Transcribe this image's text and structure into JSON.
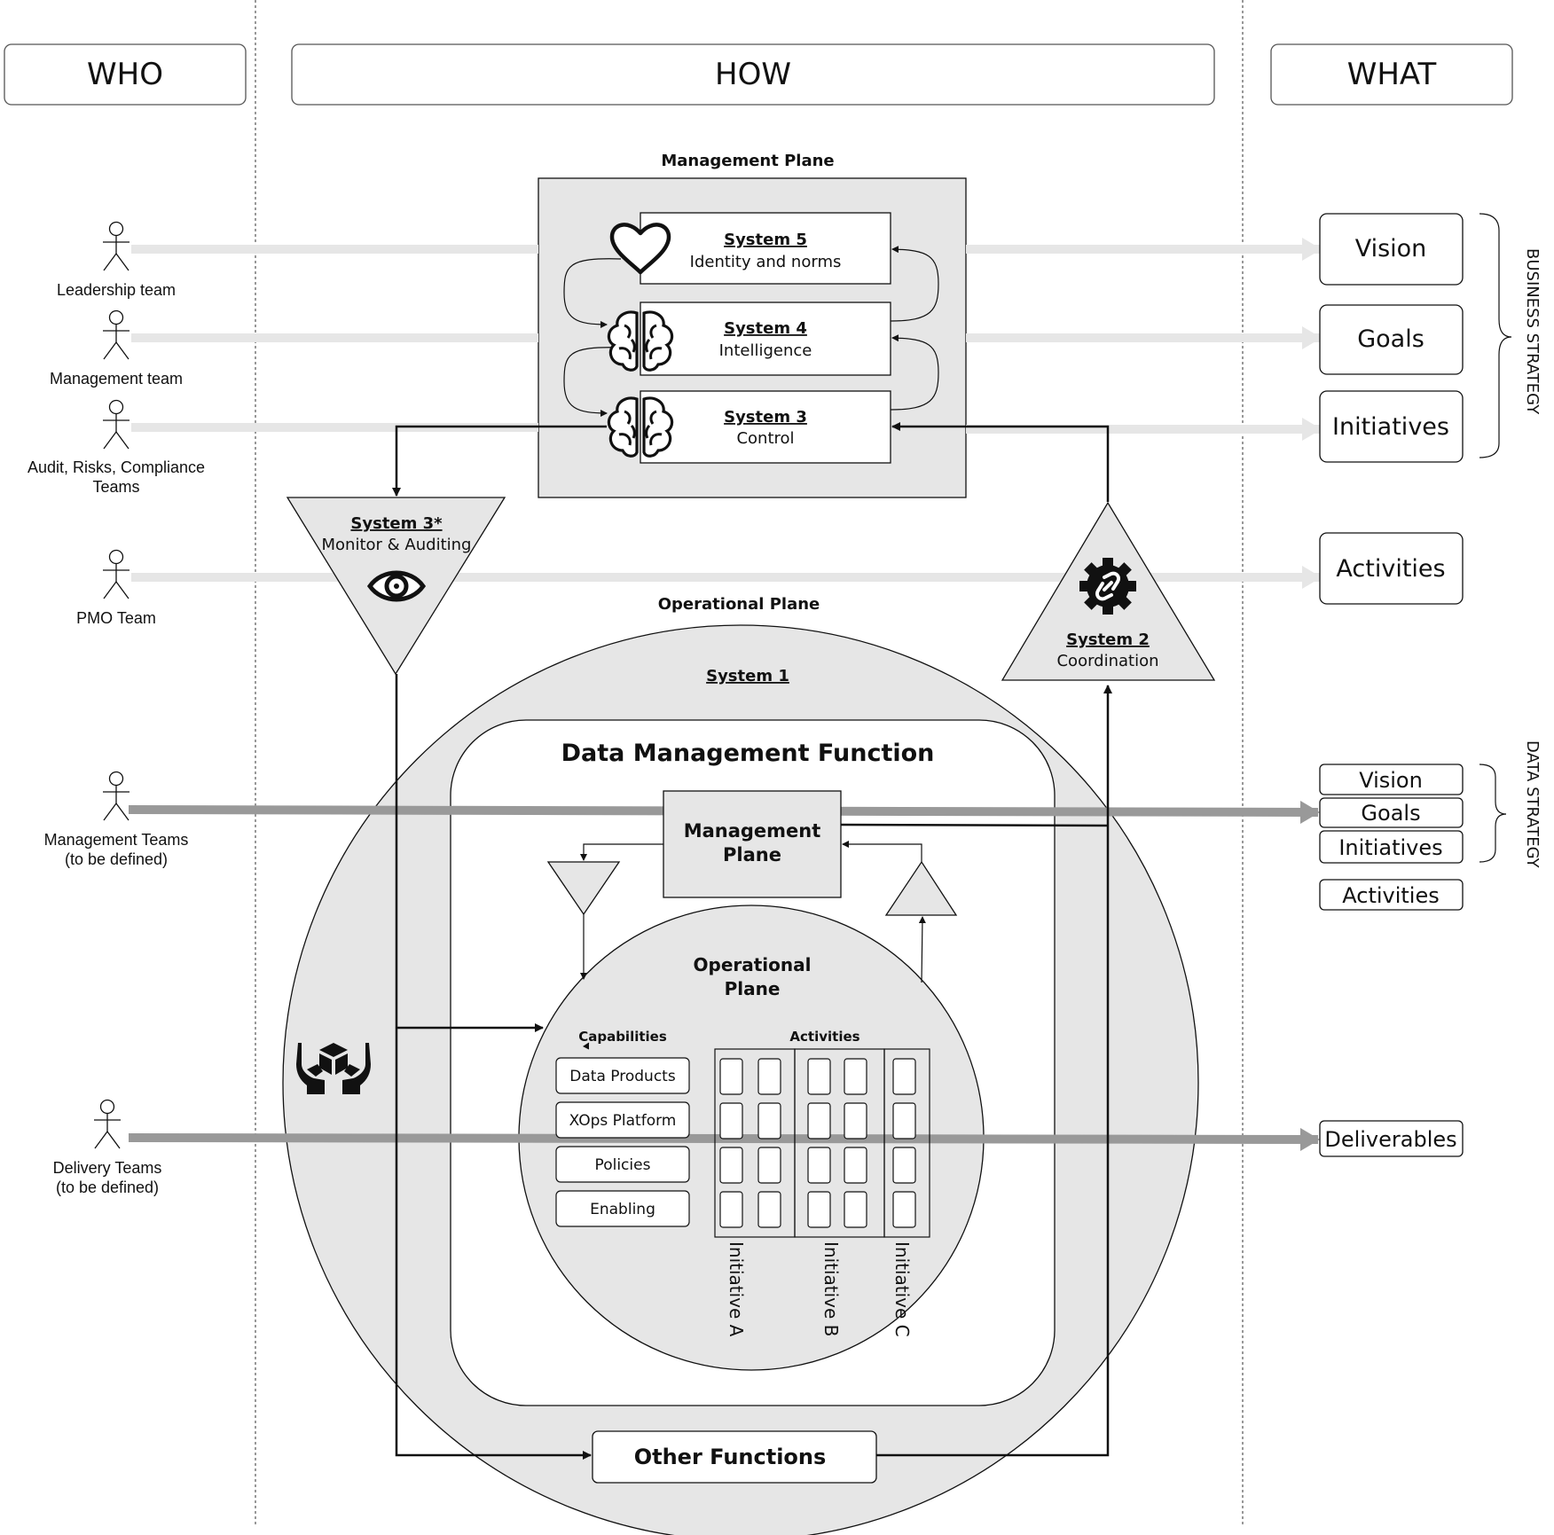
{
  "columns": {
    "who": "WHO",
    "how": "HOW",
    "what": "WHAT"
  },
  "management_plane": {
    "title": "Management Plane",
    "system5": {
      "name": "System 5",
      "desc": "Identity and norms"
    },
    "system4": {
      "name": "System 4",
      "desc": "Intelligence"
    },
    "system3": {
      "name": "System 3",
      "desc": "Control"
    }
  },
  "system3star": {
    "name": "System 3*",
    "desc": "Monitor & Auditing"
  },
  "system2": {
    "name": "System 2",
    "desc": "Coordination"
  },
  "operational_plane": {
    "title": "Operational Plane",
    "system1": "System 1"
  },
  "data_management_function": {
    "title": "Data Management Function",
    "management_plane": [
      "Management",
      "Plane"
    ],
    "operational_plane": [
      "Operational",
      "Plane"
    ],
    "capabilities_title": "Capabilities",
    "capabilities": [
      "Data Products",
      "XOps Platform",
      "Policies",
      "Enabling"
    ],
    "activities_title": "Activities",
    "initiatives": [
      "Initiative A",
      "Initiative B",
      "Initiative C"
    ]
  },
  "other_functions": "Other Functions",
  "actors": {
    "leadership": [
      "Leadership team"
    ],
    "management": [
      "Management team"
    ],
    "audit": [
      "Audit, Risks, Compliance",
      "Teams"
    ],
    "pmo": [
      "PMO Team"
    ],
    "management_teams": [
      "Management Teams",
      "(to be defined)"
    ],
    "delivery_teams": [
      "Delivery Teams",
      "(to be defined)"
    ]
  },
  "what": {
    "business": [
      "Vision",
      "Goals",
      "Initiatives"
    ],
    "business_activities": "Activities",
    "data": [
      "Vision",
      "Goals",
      "Initiatives"
    ],
    "data_activities": "Activities",
    "deliverables": "Deliverables"
  },
  "side_labels": {
    "business_strategy": "BUSINESS STRATEGY",
    "data_strategy": "DATA STRATEGY"
  },
  "icons": [
    "heart-icon",
    "brain-icon",
    "eye-icon",
    "gear-link-icon",
    "hands-box-icon",
    "actor-icon"
  ]
}
